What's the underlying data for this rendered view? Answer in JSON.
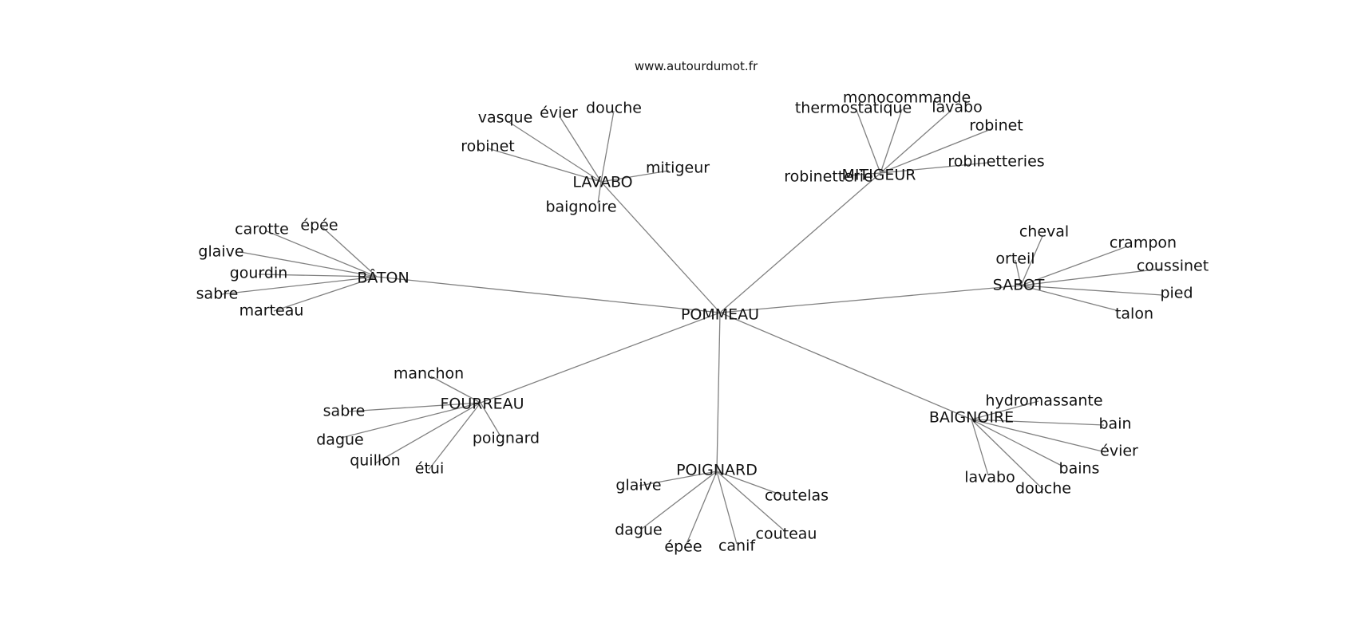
{
  "source": "www.autourdumot.fr",
  "center": "POMMEAU",
  "groups": [
    {
      "id": "lavabo",
      "label": "LAVABO",
      "leaves": [
        "vasque",
        "évier",
        "douche",
        "robinet",
        "mitigeur",
        "baignoire"
      ]
    },
    {
      "id": "mitigeur",
      "label": "MITIGEUR",
      "leaves": [
        "monocommande",
        "thermostatique",
        "lavabo",
        "robinet",
        "robinetteries",
        "robinetterie"
      ]
    },
    {
      "id": "baton",
      "label": "BÂTON",
      "leaves": [
        "carotte",
        "épée",
        "glaive",
        "gourdin",
        "sabre",
        "marteau"
      ]
    },
    {
      "id": "sabot",
      "label": "SABOT",
      "leaves": [
        "cheval",
        "crampon",
        "orteil",
        "coussinet",
        "pied",
        "talon"
      ]
    },
    {
      "id": "fourreau",
      "label": "FOURREAU",
      "leaves": [
        "manchon",
        "sabre",
        "poignard",
        "dague",
        "quillon",
        "étui"
      ]
    },
    {
      "id": "baignoire",
      "label": "BAIGNOIRE",
      "leaves": [
        "hydromassante",
        "bain",
        "évier",
        "bains",
        "lavabo",
        "douche"
      ]
    },
    {
      "id": "poignard",
      "label": "POIGNARD",
      "leaves": [
        "glaive",
        "coutelas",
        "dague",
        "couteau",
        "épée",
        "canif"
      ]
    }
  ]
}
